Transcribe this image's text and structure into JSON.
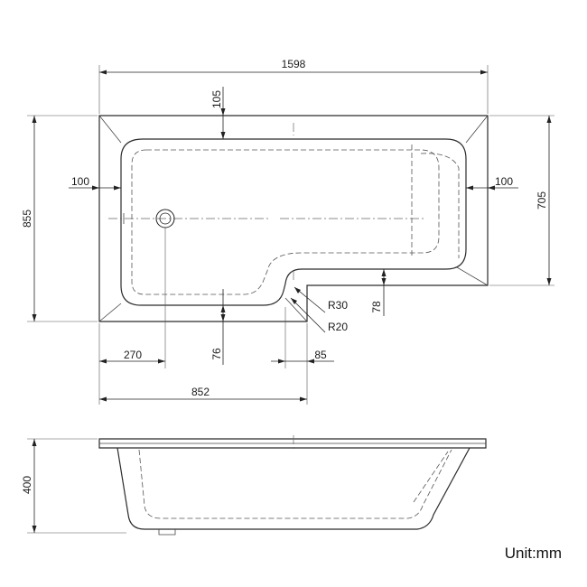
{
  "dimensions": {
    "overall_length": "1598",
    "rim_top": "105",
    "rim_left": "100",
    "rim_right": "100",
    "overall_width": "855",
    "narrow_width": "705",
    "radius_outer": "R30",
    "radius_inner": "R20",
    "step_depth": "78",
    "waste_offset": "270",
    "floor_edge": "76",
    "step_offset": "85",
    "wide_section_length": "852",
    "height": "400"
  },
  "unit_label": "Unit:mm"
}
